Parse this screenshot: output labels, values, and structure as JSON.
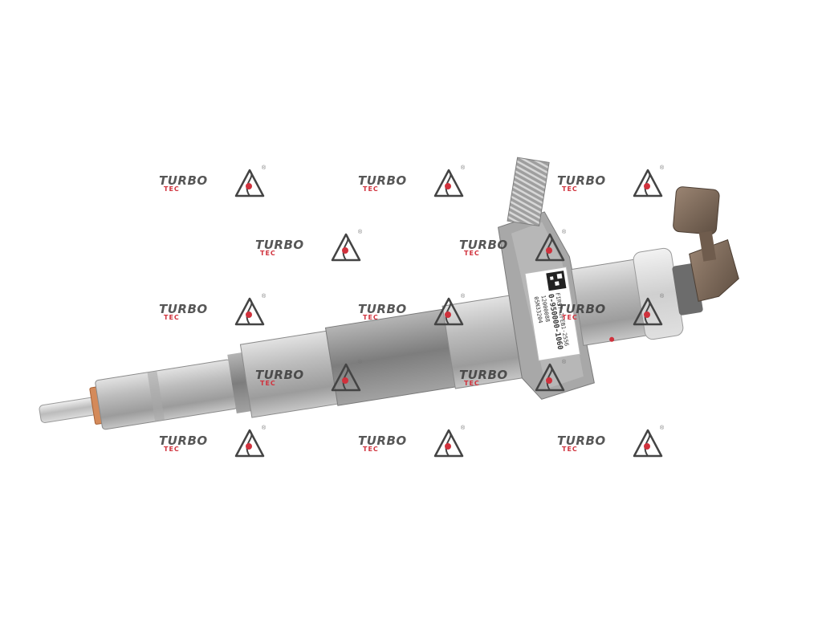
{
  "image": {
    "background_color": "#ffffff",
    "subject": "diesel-fuel-injector-photo"
  },
  "watermark": {
    "brand_main": "TURBO",
    "brand_sub": "TEC",
    "registered_mark": "®",
    "accent_color": "#d0313c",
    "text_color": "#3a3a3a",
    "icon": "triangle-swirl-logo-icon"
  },
  "label": {
    "line1": "FIRST 2FEB1-2556",
    "line2": "0-950000-1060",
    "line3": "12000088",
    "line4": "05N33204"
  },
  "colors": {
    "metal_light": "#c9c9c9",
    "metal_dark": "#8e8e8e",
    "copper_washer": "#d48a5a",
    "connector_brown": "#7d6a5a"
  }
}
